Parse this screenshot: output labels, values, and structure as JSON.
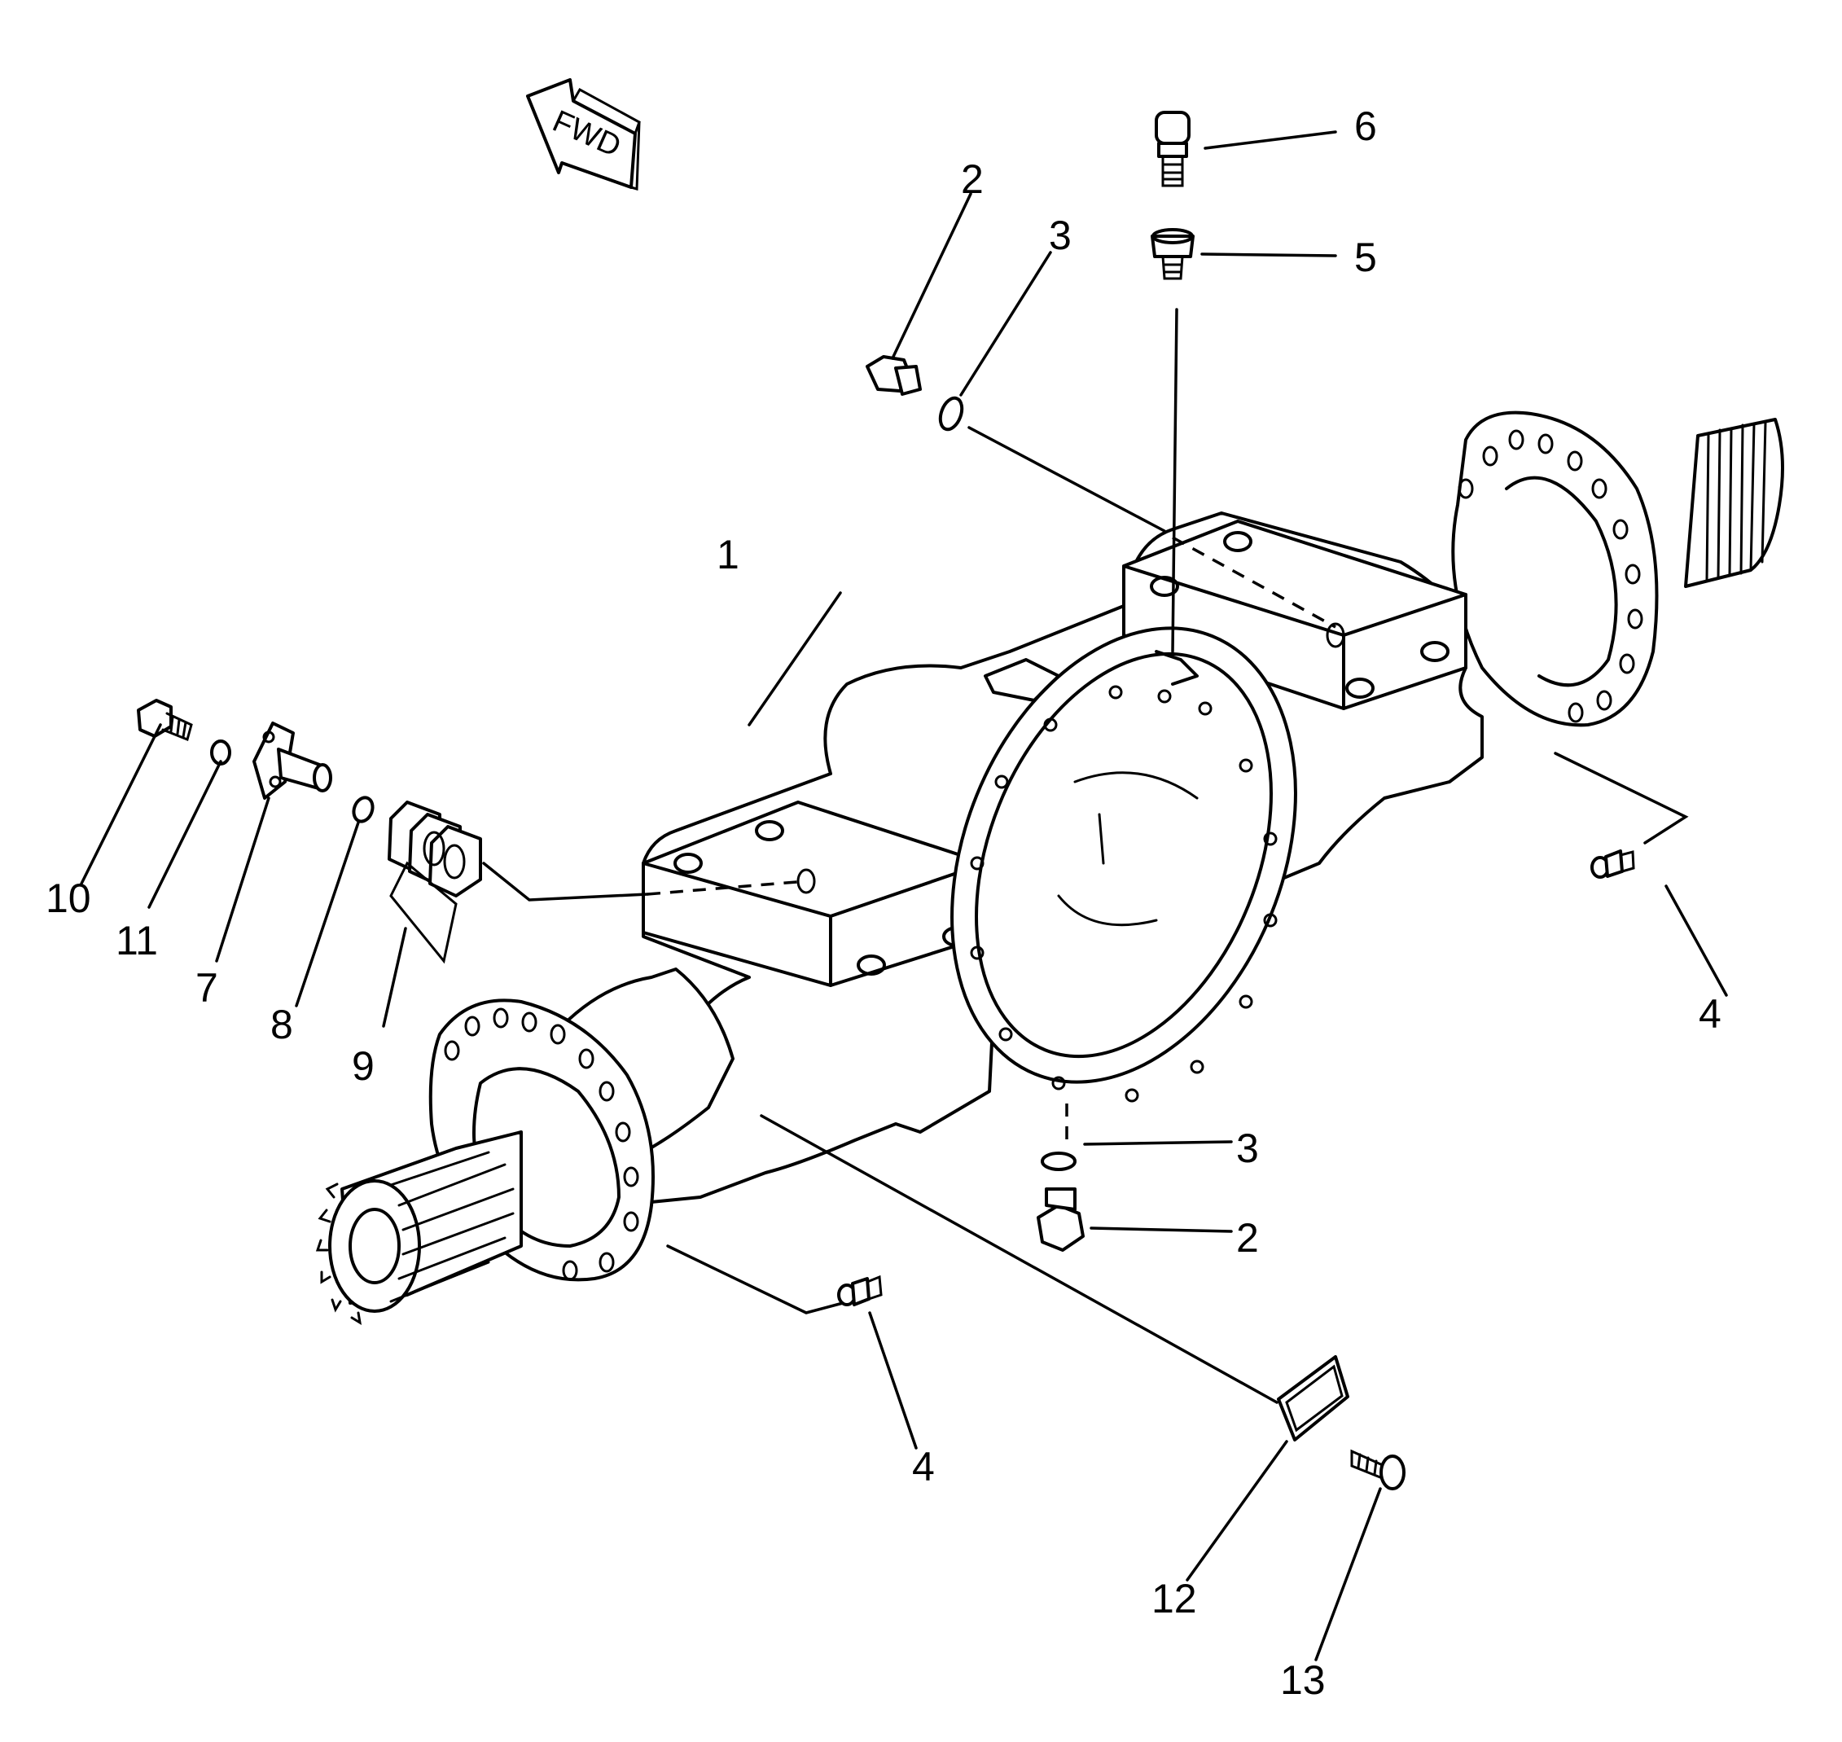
{
  "fwd_label": "FWD",
  "callouts": {
    "c1": "1",
    "c2_top": "2",
    "c2_bottom": "2",
    "c3_top": "3",
    "c3_bottom": "3",
    "c4_right": "4",
    "c4_bottom": "4",
    "c5": "5",
    "c6": "6",
    "c7": "7",
    "c8": "8",
    "c9": "9",
    "c10": "10",
    "c11": "11",
    "c12": "12",
    "c13": "13"
  }
}
